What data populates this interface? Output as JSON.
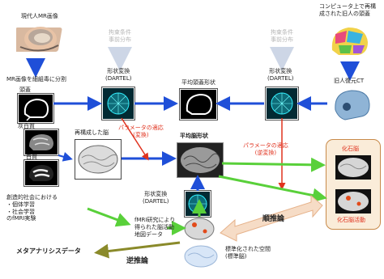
{
  "labels": {
    "modern_mri": "現代人MR画像",
    "mri_split": "MR画像を細組毒に分割",
    "skull": "頭蓋",
    "gray_matter": "灰白質",
    "white_matter": "白質",
    "reconstructed_brain": "再構成した脳",
    "constraint_left": "拘束条件\n事前分布",
    "constraint_right": "拘束条件\n事前分布",
    "shape_transform_1": "形状変換\n(DARTEL)",
    "shape_transform_2": "形状変換\n(DARTEL)",
    "shape_transform_3": "形状変換\n(DARTEL)",
    "avg_skull": "平均頭蓋形状",
    "avg_brain": "平均脳形状",
    "computer_skull": "コンピュータ上で再構\n成された旧人の頭蓋",
    "ancient_ct": "旧人復元CT",
    "param_adapt_transform": "パラメータの適応\n(変換)",
    "param_adapt_inverse": "パラメータの適応\n(逆変換)",
    "fossil_brain": "化石脳",
    "fossil_activity": "化石脳活動",
    "social_learning": "創造的社会における\n・個体学習\n・社会学習\nのfMRI実験",
    "fmri_map": "fMRI研究により\n得られた脳活動\n地図データ",
    "forward_inference": "順推論",
    "inverse_inference": "逆推論",
    "standard_space": "標準化された空間\n(標準脳)",
    "meta_analysis": "メタアナリシスデータ"
  },
  "colors": {
    "blue_arrow": "#1f4fd8",
    "red_arrow": "#e0321e",
    "green_arrow": "#59d03a",
    "olive_arrow": "#8a8a2a",
    "grey_arrow": "#cdd6e6",
    "fossil_box_fill": "#faecd9",
    "fossil_box_border": "#c88a4a",
    "inference_arrow_fill": "#f6dcc6"
  }
}
